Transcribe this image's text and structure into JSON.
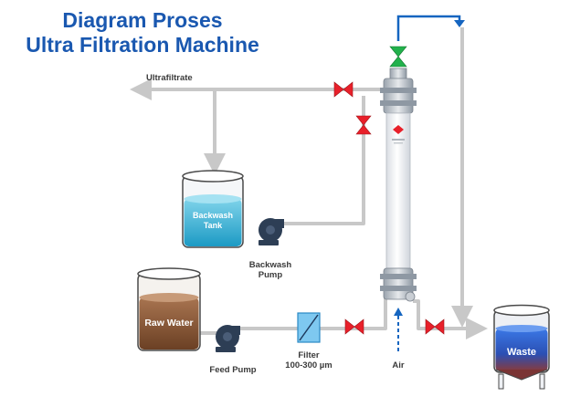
{
  "title": {
    "line1": "Diagram Proses",
    "line2": "Ultra Filtration Machine"
  },
  "labels": {
    "ultrafiltrate": "Ultrafiltrate",
    "backwash_tank_line1": "Backwash",
    "backwash_tank_line2": "Tank",
    "backwash_pump_line1": "Backwash",
    "backwash_pump_line2": "Pump",
    "raw_water": "Raw Water",
    "feed_pump": "Feed Pump",
    "filter_line1": "Filter",
    "filter_line2": "100-300 µm",
    "air": "Air",
    "waste": "Waste"
  },
  "colors": {
    "title": "#1a58b0",
    "pipe": "#c8c8c8",
    "valve_red": "#e8202a",
    "valve_green": "#22b14c",
    "flow_arrow": "#1565c0",
    "backwash_water": "#2fb3d8",
    "raw_water": "#8b5a36",
    "waste_water": "#2c5fd0",
    "pump": "#2d3e55"
  }
}
